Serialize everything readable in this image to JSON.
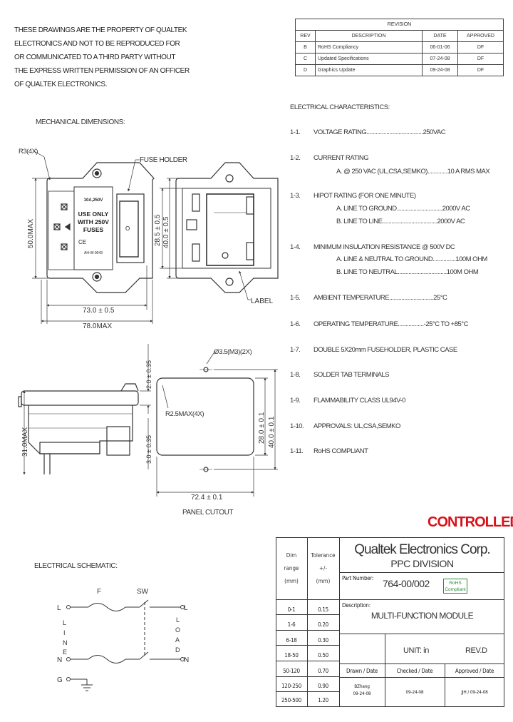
{
  "notice": [
    "THESE DRAWINGS ARE THE PROPERTY OF QUALTEK",
    "ELECTRONICS AND NOT TO BE REPRODUCED FOR",
    "OR COMMUNICATED TO A THIRD PARTY WITHOUT",
    "THE EXPRESS WRITTEN PERMISSION OF AN OFFICER",
    "OF QUALTEK ELECTRONICS."
  ],
  "revision": {
    "title": "REVISION",
    "headers": [
      "REV",
      "DESCRIPTION",
      "DATE",
      "APPROVED"
    ],
    "rows": [
      [
        "B",
        "RoHS Compliancy",
        "06-01-06",
        "DF"
      ],
      [
        "C",
        "Updated Specifications",
        "07-24-08",
        "DF"
      ],
      [
        "D",
        "Graphics Update",
        "09-24-08",
        "DF"
      ]
    ]
  },
  "electrical": {
    "heading": "ELECTRICAL CHARACTERISTICS:",
    "items": [
      {
        "num": "1-1.",
        "lines": [
          "VOLTAGE RATING.....................................250VAC"
        ]
      },
      {
        "num": "1-2.",
        "lines": [
          "CURRENT RATING",
          "A. @ 250 VAC (UL,CSA,SEMKO).............10 A RMS MAX"
        ]
      },
      {
        "num": "1-3.",
        "lines": [
          "HIPOT RATING (FOR ONE MINUTE)",
          "A. LINE TO GROUND..............................2000V AC",
          "B. LINE TO LINE....................................2000V AC"
        ]
      },
      {
        "num": "1-4.",
        "lines": [
          "MINIMUM INSULATION RESISTANCE @ 500V DC",
          "A. LINE & NEUTRAL TO GROUND...............100M OHM",
          "B. LINE TO NEUTRAL................................100M OHM"
        ]
      },
      {
        "num": "1-5.",
        "lines": [
          "AMBIENT TEMPERATURE.............................25°C"
        ]
      },
      {
        "num": "1-6.",
        "lines": [
          "OPERATING TEMPERATURE.................-25°C TO +85°C"
        ]
      },
      {
        "num": "1-7.",
        "lines": [
          "DOUBLE 5X20mm FUSEHOLDER, PLASTIC CASE"
        ]
      },
      {
        "num": "1-8.",
        "lines": [
          "SOLDER TAB TERMINALS"
        ]
      },
      {
        "num": "1-9.",
        "lines": [
          "FLAMMABILITY CLASS UL94V-0"
        ]
      },
      {
        "num": "1-10.",
        "lines": [
          "APPROVALS: UL,CSA,SEMKO"
        ]
      },
      {
        "num": "1-11.",
        "lines": [
          "RoHS COMPLIANT"
        ]
      }
    ]
  },
  "drawing": {
    "mech_heading": "MECHANICAL DIMENSIONS:",
    "r3": "R3(4X)",
    "fuse_holder": "FUSE HOLDER",
    "label": "LABEL",
    "dim_50max": "50.0MAX",
    "dim_73": "73.0 ± 0.5",
    "dim_78": "78.0MAX",
    "dim_285": "28.5 ± 0.5",
    "dim_400a": "40.0 ± 0.5",
    "dim_31": "31.0MAX",
    "dim_3p5": "Ø3.5(M3)(2X)",
    "dim_20": "2.0 ± 0.35",
    "dim_30": "3.0 ± 0.35",
    "dim_r25": "R2.5MAX(4X)",
    "dim_280": "28.0 ± 0.1",
    "dim_400b": "40.0 ± 0.1",
    "dim_724": "72.4 ± 0.1",
    "panel_cutout": "PANEL CUTOUT",
    "fuse_label": [
      "10A,250V",
      "USE ONLY",
      "WITH 250V",
      "FUSES",
      "AH-W-0043"
    ],
    "switch_mark": "O",
    "ce_mark": "CE"
  },
  "schematic": {
    "heading": "ELECTRICAL SCHEMATIC:",
    "f": "F",
    "sw": "SW",
    "l": "L",
    "n": "N",
    "g": "G",
    "line": [
      "L",
      "I",
      "N",
      "E"
    ],
    "load": [
      "L",
      "O",
      "A",
      "D"
    ]
  },
  "stamp": "CONTROLLED",
  "titleblock": {
    "dim_range_header": [
      "Dim",
      "range",
      "(mm)"
    ],
    "tolerance_header": [
      "Tolerance",
      "+/-",
      "(mm)"
    ],
    "ranges": [
      "0-1",
      "1-6",
      "6-18",
      "18-50",
      "50-120",
      "120-250",
      "250-500"
    ],
    "tolerances": [
      "0.15",
      "0.20",
      "0.30",
      "0.50",
      "0.70",
      "0.90",
      "1.20"
    ],
    "company": "Qualtek Electronics Corp.",
    "division": "PPC DIVISION",
    "part_number_label": "Part Number:",
    "part_number": "764-00/002",
    "rohs": [
      "RoHS",
      "Compliant"
    ],
    "description_label": "Description:",
    "description": "MULTI-FUNCTION MODULE",
    "unit": "UNIT: in",
    "rev": "REV.D",
    "drawn_label": "Drawn / Date",
    "checked_label": "Checked / Date",
    "approved_label": "Approved / Date",
    "drawn": [
      "BZhang",
      "09-24-08"
    ],
    "checked": "09-24-08",
    "approved": "JJH / 09-24-08"
  },
  "colors": {
    "stamp": "#d8101a",
    "rohs_border": "#2c8a3a",
    "rohs_text": "#2c8a3a"
  }
}
